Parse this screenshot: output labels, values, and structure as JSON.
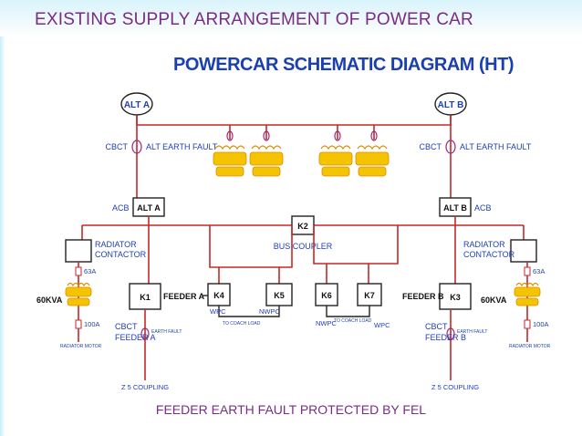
{
  "slide": {
    "title": "EXISTING SUPPLY ARRANGEMENT OF POWER CAR",
    "caption": "FEEDER EARTH FAULT PROTECTED BY FEL"
  },
  "diagram": {
    "title": "POWERCAR SCHEMATIC DIAGRAM (HT)",
    "alternator_a": "ALT A",
    "alternator_b": "ALT B",
    "cbct_left": "CBCT",
    "cbct_right": "CBCT",
    "alt_earth_fault_left": "ALT EARTH FAULT",
    "alt_earth_fault_right": "ALT EARTH FAULT",
    "acb_left": "ACB",
    "acb_right": "ACB",
    "acb_box_left": "ALT A",
    "acb_box_right": "ALT B",
    "bus_coupler_box": "K2",
    "bus_coupler": "BUS COUPLER",
    "radiator_contactor_left_1": "RADIATOR",
    "radiator_contactor_left_2": "CONTACTOR",
    "radiator_contactor_right_1": "RADIATOR",
    "radiator_contactor_right_2": "CONTACTOR",
    "fuse_63a_left": "63A",
    "fuse_63a_right": "63A",
    "kva_left": "60KVA",
    "kva_right": "60KVA",
    "fuse_100a_left": "100A",
    "fuse_100a_right": "100A",
    "k1": "K1",
    "k3": "K3",
    "k4": "K4",
    "k5": "K5",
    "k6": "K6",
    "k7": "K7",
    "feeder_a": "FEEDER A",
    "feeder_b": "FEEDER B",
    "wpc_left": "WPC",
    "nwpc_left": "NWPC",
    "nwpc_right": "NWPC",
    "wpc_right": "WPC",
    "to_coach_load_left": "TO COACH LOAD",
    "to_coach_load_right": "TO COACH LOAD",
    "cbct_feeder_a_1": "CBCT",
    "cbct_feeder_a_2": "FEEDER A",
    "cbct_feeder_b_1": "CBCT",
    "cbct_feeder_b_2": "FEEDER B",
    "earth_fault_left": "EARTH FAULT",
    "earth_fault_right": "EARTH FAULT",
    "z5_coupling_left": "Z 5 COUPLING",
    "z5_coupling_right": "Z 5 COUPLING"
  },
  "colors": {
    "title_text": "#7a2b86",
    "diagram_title": "#1a3fb0",
    "label_blue": "#1f3fb3",
    "wire_red": "#c62828",
    "transformer_yellow": "#f5c400",
    "transformer_orange": "#e08a00",
    "ct_purple": "#9b2a7a"
  }
}
